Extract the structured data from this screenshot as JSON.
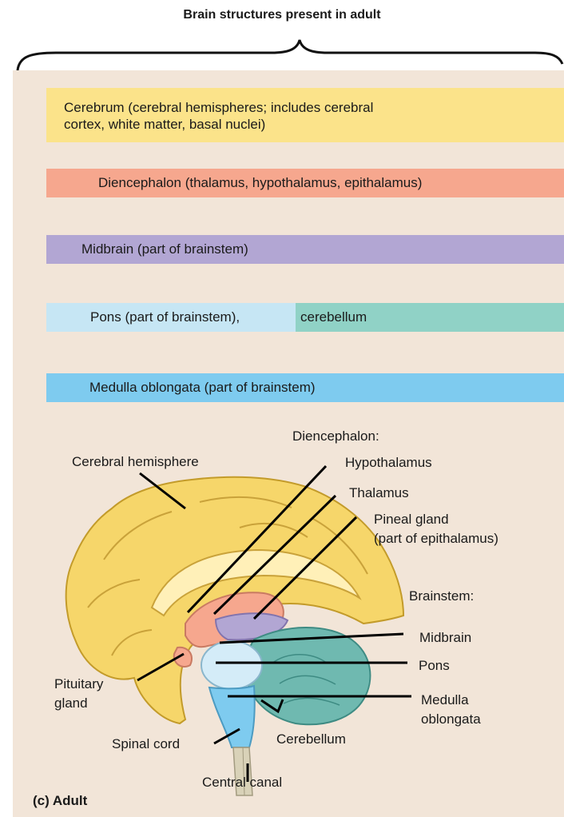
{
  "header": {
    "title": "Brain structures present in adult"
  },
  "bands": {
    "cerebrum_line1": "Cerebrum (cerebral hemispheres; includes cerebral",
    "cerebrum_line2": "cortex, white matter, basal nuclei)",
    "diencephalon": "Diencephalon (thalamus, hypothalamus, epithalamus)",
    "midbrain": "Midbrain (part of brainstem)",
    "pons": "Pons (part of brainstem),",
    "cerebellum": "cerebellum",
    "medulla": "Medulla oblongata (part of brainstem)"
  },
  "labels": {
    "diencephalon_heading": "Diencephalon:",
    "cerebral_hemisphere": "Cerebral hemisphere",
    "hypothalamus": "Hypothalamus",
    "thalamus": "Thalamus",
    "pineal_line1": "Pineal gland",
    "pineal_line2": "(part of epithalamus)",
    "brainstem_heading": "Brainstem:",
    "midbrain": "Midbrain",
    "pons": "Pons",
    "medulla_line1": "Medulla",
    "medulla_line2": "oblongata",
    "pituitary_line1": "Pituitary",
    "pituitary_line2": "gland",
    "spinal_cord": "Spinal cord",
    "cerebellum": "Cerebellum",
    "central_canal": "Central canal",
    "panel_caption": "(c) Adult"
  },
  "colors": {
    "cerebrum": "#fbe38a",
    "diencephalon": "#f6a78e",
    "midbrain": "#b2a6d3",
    "pons": "#c6e6f4",
    "cerebellum": "#90d2c6",
    "medulla": "#7ecbef",
    "panel": "#f2e5d8"
  }
}
